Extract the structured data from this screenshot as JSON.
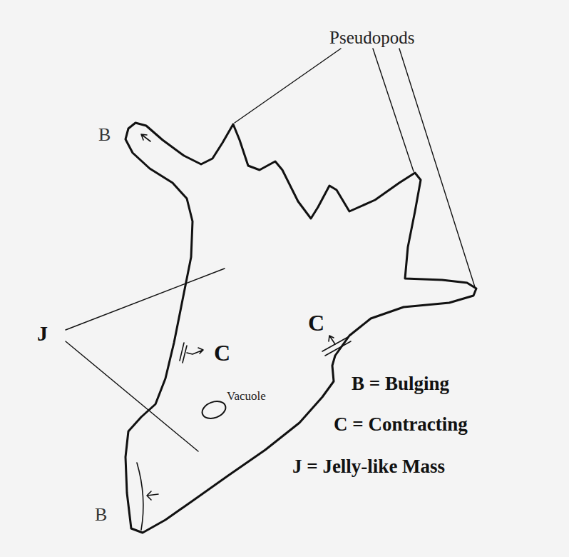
{
  "diagram": {
    "labels": [
      "Pseudopods",
      "B",
      "J",
      "C",
      "Vacuole",
      "C",
      "B",
      "B = Bulging",
      "C = Contracting",
      "J = Jelly-like Mass"
    ]
  }
}
